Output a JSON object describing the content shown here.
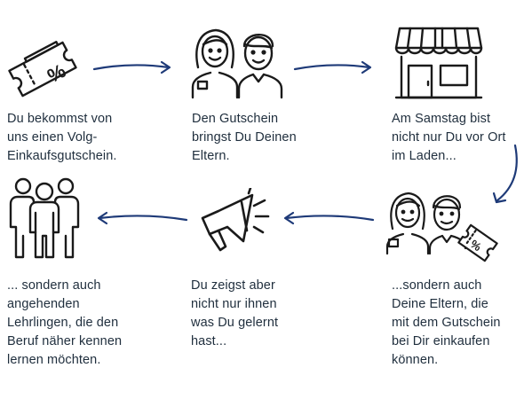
{
  "steps": [
    {
      "icon": "voucher-ticket-icon",
      "text": "Du bekommst von\nuns einen Volg-\nEinkaufsgutschein.",
      "glyph": "%"
    },
    {
      "icon": "parents-couple-icon",
      "text": "Den Gutschein\nbringst Du Deinen\nEltern."
    },
    {
      "icon": "store-icon",
      "text": "Am Samstag bist\nnicht nur Du vor Ort\nim Laden..."
    },
    {
      "icon": "parents-with-voucher-icon",
      "text": "...sondern auch\nDeine Eltern, die\nmit dem Gutschein\nbei Dir einkaufen\nkönnen.",
      "glyph": "%"
    },
    {
      "icon": "megaphone-icon",
      "text": "Du zeigst aber\nnicht nur ihnen\nwas Du gelernt\nhast..."
    },
    {
      "icon": "group-of-people-icon",
      "text": "... sondern auch\nangehenden\nLehrlingen, die den\nBeruf näher kennen\nlernen möchten."
    }
  ],
  "colors": {
    "arrow": "#1e3a78",
    "icon": "#1a1a1a",
    "text": "#1f2e3d"
  }
}
